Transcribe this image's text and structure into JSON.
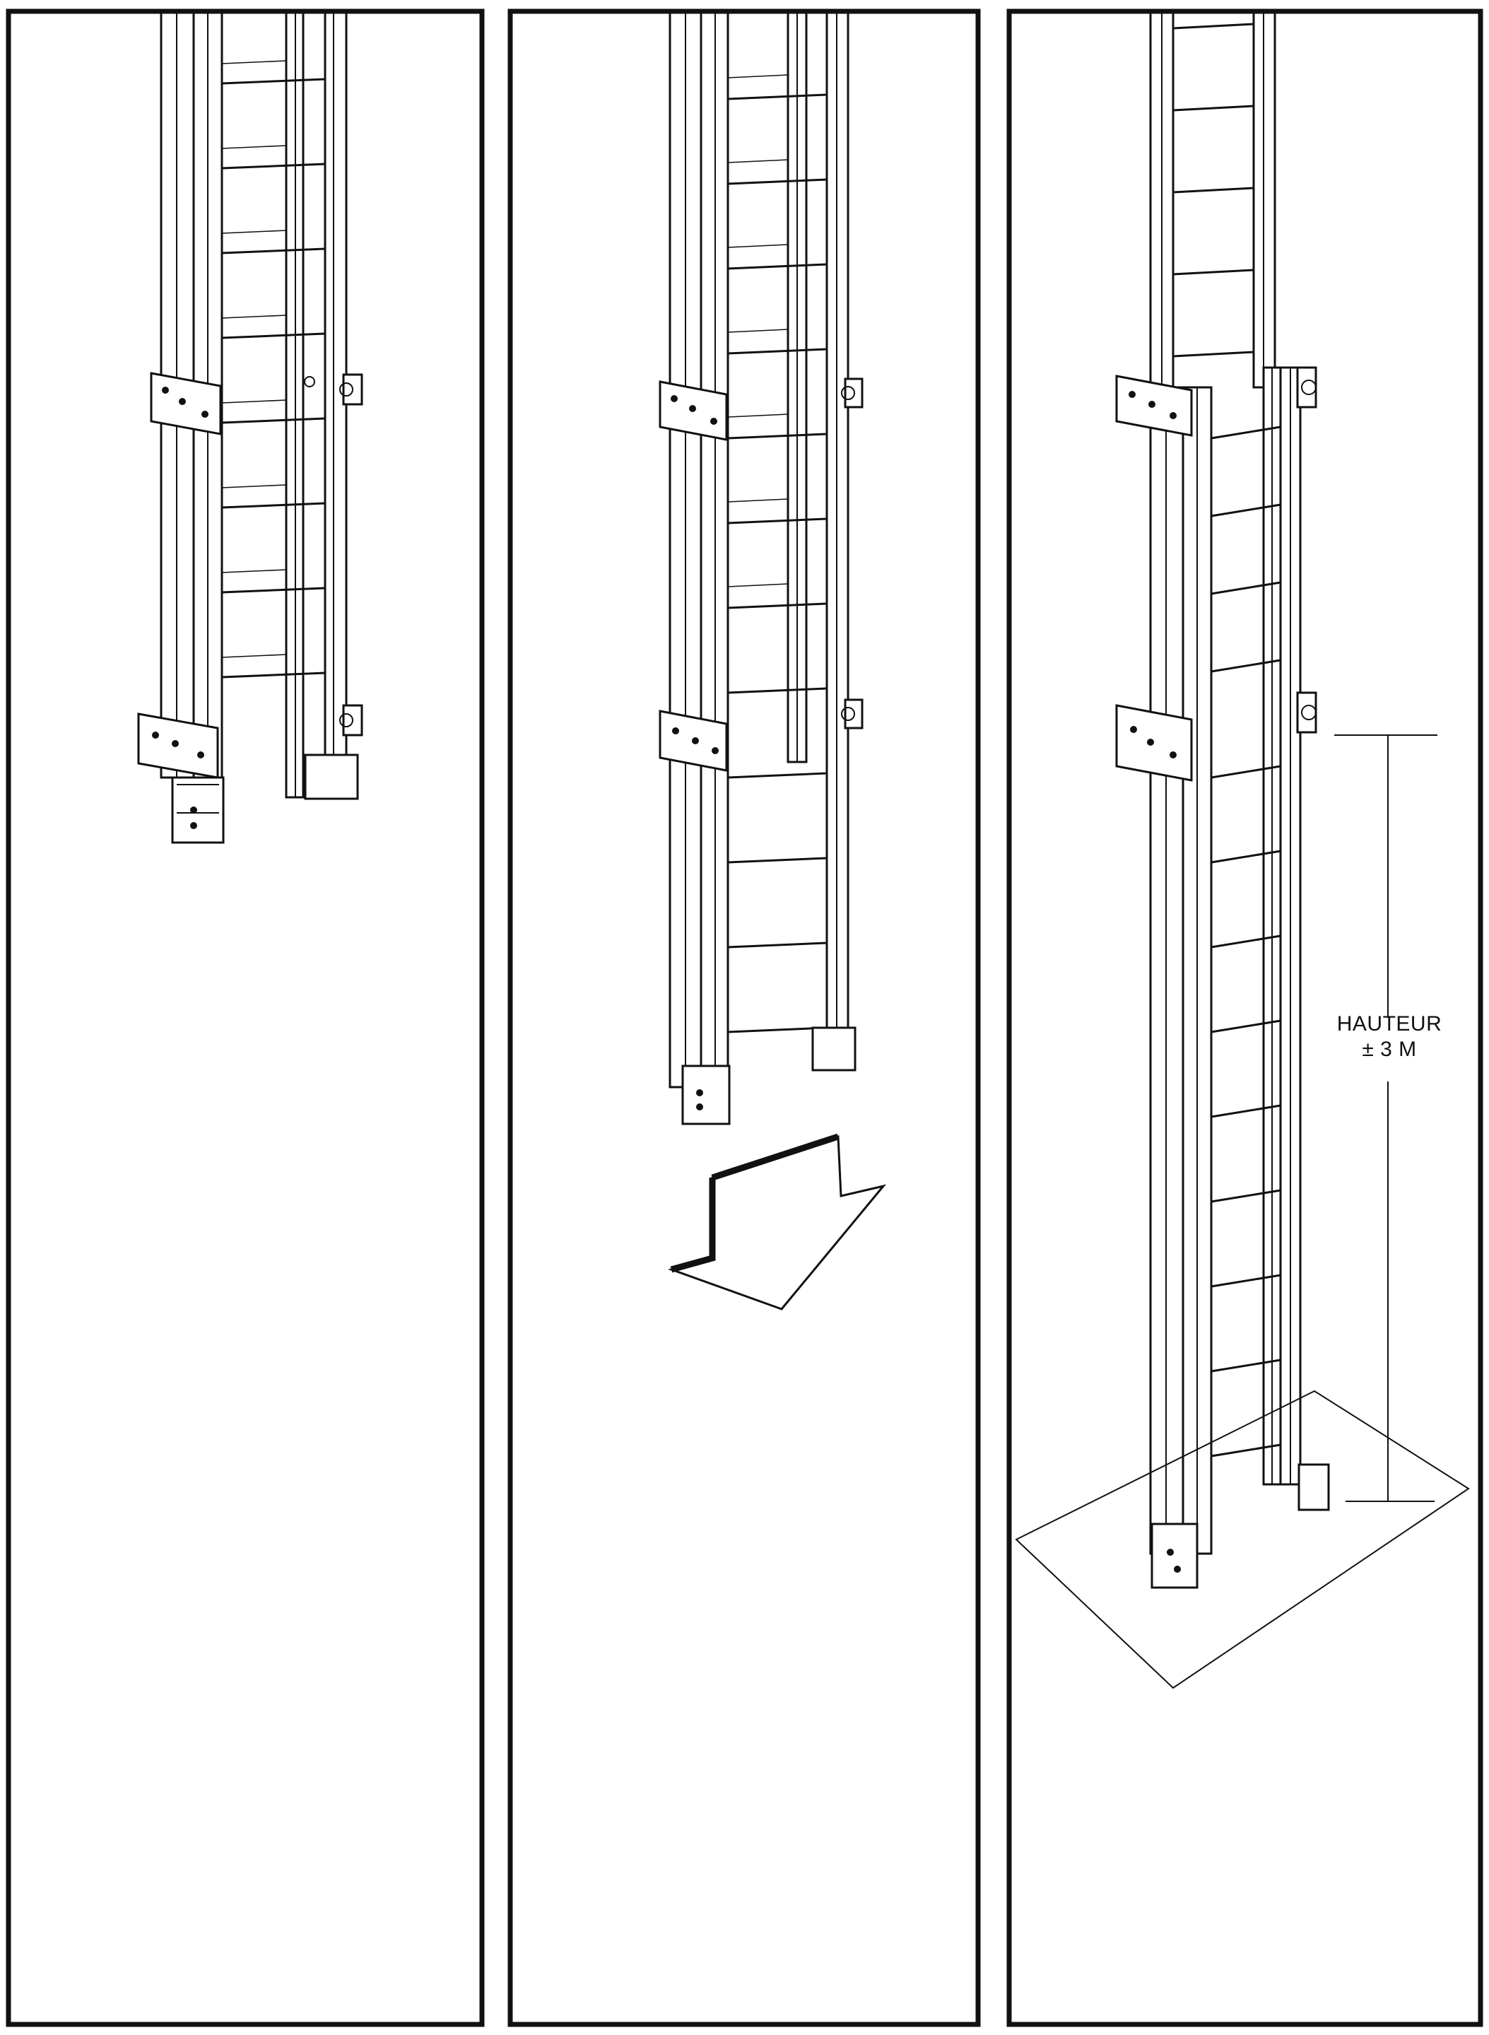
{
  "panels": [
    {
      "id": "panel-1",
      "state": "ladder-retracted"
    },
    {
      "id": "panel-2",
      "state": "ladder-sliding-down"
    },
    {
      "id": "panel-3",
      "state": "ladder-extended"
    }
  ],
  "arrow_icon": "down-left-arrow-icon",
  "dimension": {
    "line1": "HAUTEUR",
    "line2": "± 3 M"
  }
}
